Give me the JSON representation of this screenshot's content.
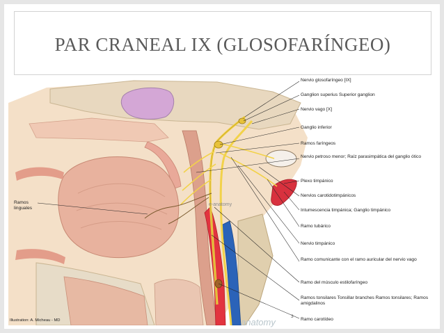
{
  "slide": {
    "title": "PAR CRANEAL IX (GLOSOFARÍNGEO)",
    "page_number": "3"
  },
  "figure": {
    "labels_right": [
      "Nervio glosofaríngeo [IX]",
      "Ganglion superius Superior ganglion",
      "Nervio vago [X]",
      "Ganglio inferior",
      "Ramos faríngeos",
      "Nervio petroso menor; Raíz parasimpática del ganglio ótico",
      "Plexo timpánico",
      "Nervios carotidotimpánicos",
      "Intumescencia timpánica; Ganglio timpánico",
      "Ramo tubárico",
      "Nervio timpánico",
      "Ramo comunicante con el ramo auricular del nervio vago",
      "Ramo del músculo estilofaríngeo",
      "Ramos tonsilares Tonsillar branches Ramos tonsilares; Ramos amigdalinos",
      "Ramo carotídeo"
    ],
    "label_left": "Ramos linguales",
    "credit": "Illustration: A. Micheau - MD",
    "watermark": "anatomy",
    "watermark_center": "e-anatomy"
  },
  "colors": {
    "nerve": "#f2d24a",
    "artery": "#e2343f",
    "vein": "#2b63b8",
    "skin": "#f4e0c8",
    "muscle": "#e9b8a2",
    "bone": "#e7dcc8",
    "brain_pink": "#d4a7d6",
    "title": "#5a5a5a"
  }
}
